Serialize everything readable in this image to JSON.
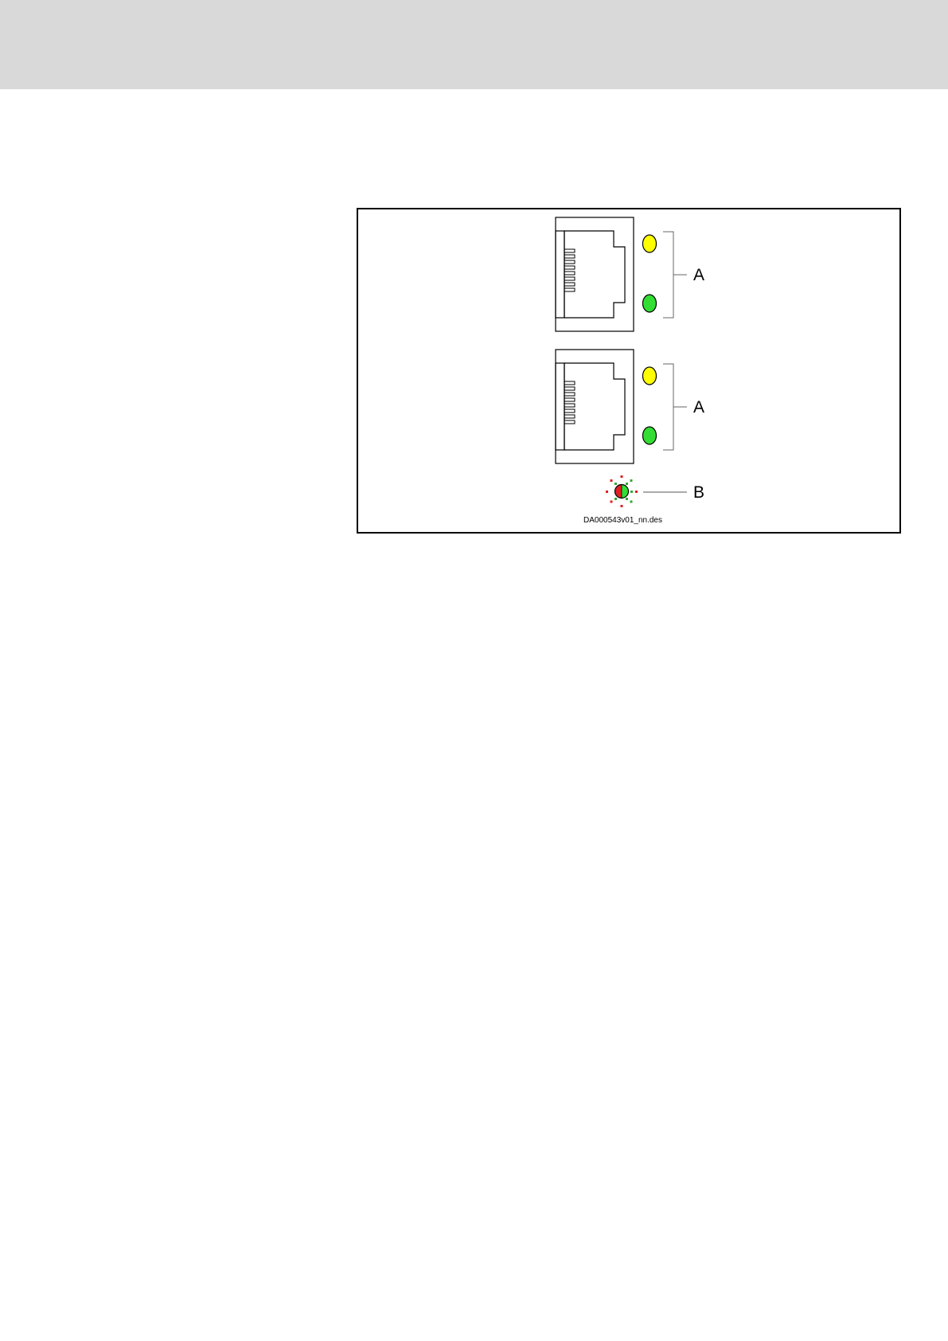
{
  "figure": {
    "callouts": {
      "port_leds_top": "A",
      "port_leds_bottom": "A",
      "status_led": "B"
    },
    "figure_id": "DA000543v01_nn.des"
  },
  "colors": {
    "header_band": "#d9d9d9",
    "led_yellow": "#ffff00",
    "led_green": "#33dd33",
    "led_red": "#dd2222",
    "outline": "#000000",
    "leader_line": "#555555"
  },
  "icons": {
    "port_connector": "rj45-port-icon",
    "activity_led": "yellow-led-icon",
    "link_led": "green-led-icon",
    "status_led": "blinking-red-green-led-icon"
  }
}
